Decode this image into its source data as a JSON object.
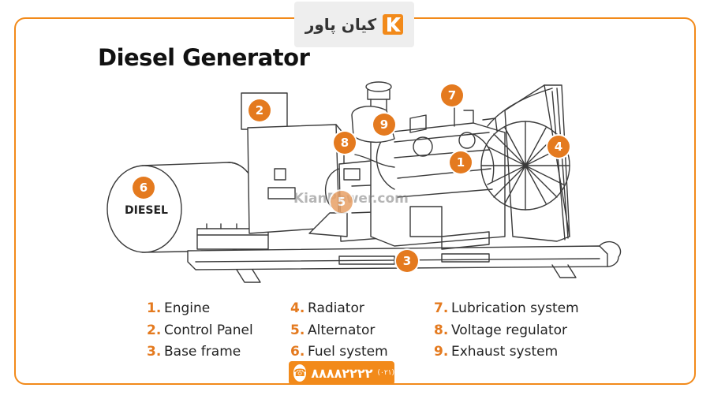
{
  "brand": {
    "logo_text": "کیان پاور"
  },
  "title": "Diesel Generator",
  "tank_label": "DIESEL",
  "watermark": "KianPower.com",
  "badges": [
    {
      "num": "1"
    },
    {
      "num": "2"
    },
    {
      "num": "3"
    },
    {
      "num": "4"
    },
    {
      "num": "5"
    },
    {
      "num": "6"
    },
    {
      "num": "7"
    },
    {
      "num": "8"
    },
    {
      "num": "9"
    }
  ],
  "legend": {
    "columns": [
      [
        {
          "num": "1.",
          "label": "Engine"
        },
        {
          "num": "2.",
          "label": "Control Panel"
        },
        {
          "num": "3.",
          "label": "Base frame"
        }
      ],
      [
        {
          "num": "4.",
          "label": "Radiator"
        },
        {
          "num": "5.",
          "label": "Alternator"
        },
        {
          "num": "6.",
          "label": "Fuel system"
        }
      ],
      [
        {
          "num": "7.",
          "label": "Lubrication system"
        },
        {
          "num": "8.",
          "label": "Voltage regulator"
        },
        {
          "num": "9.",
          "label": "Exhaust system"
        }
      ]
    ]
  },
  "phone": {
    "number": "۸۸۸۸۲۲۲۲",
    "area_code": "(۰۲۱)"
  },
  "colors": {
    "accent": "#e47a1f",
    "frame": "#f28a1a"
  }
}
